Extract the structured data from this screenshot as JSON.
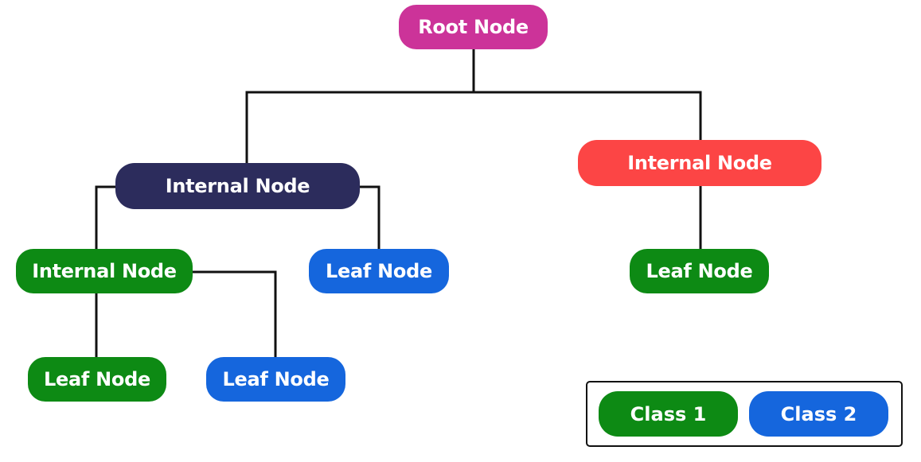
{
  "colors": {
    "root": "#cc3399",
    "internal_dark": "#2c2c5c",
    "internal_red": "#fc4545",
    "class1": "#0d8a14",
    "class2": "#1566dd",
    "line": "#111111"
  },
  "nodes": {
    "root": {
      "label": "Root Node",
      "color": "#cc3399"
    },
    "internal_a": {
      "label": "Internal Node",
      "color": "#2c2c5c"
    },
    "internal_b": {
      "label": "Internal Node",
      "color": "#fc4545"
    },
    "internal_c": {
      "label": "Internal Node",
      "color": "#0d8a14"
    },
    "leaf_a": {
      "label": "Leaf Node",
      "color": "#1566dd"
    },
    "leaf_b": {
      "label": "Leaf Node",
      "color": "#0d8a14"
    },
    "leaf_c": {
      "label": "Leaf Node",
      "color": "#0d8a14"
    },
    "leaf_d": {
      "label": "Leaf Node",
      "color": "#1566dd"
    }
  },
  "legend": {
    "items": [
      {
        "label": "Class 1",
        "color": "#0d8a14"
      },
      {
        "label": "Class 2",
        "color": "#1566dd"
      }
    ]
  }
}
